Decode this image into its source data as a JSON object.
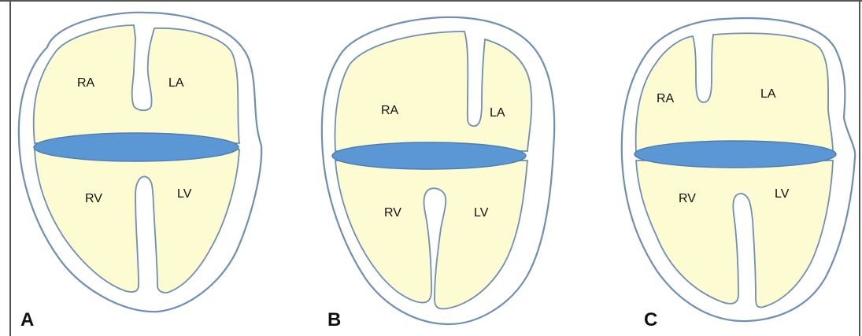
{
  "panels": [
    {
      "letter": "A",
      "labels": {
        "ra": "RA",
        "la": "LA",
        "rv": "RV",
        "lv": "LV"
      }
    },
    {
      "letter": "B",
      "labels": {
        "ra": "RA",
        "la": "LA",
        "rv": "RV",
        "lv": "LV"
      }
    },
    {
      "letter": "C",
      "labels": {
        "ra": "RA",
        "la": "LA",
        "rv": "RV",
        "lv": "LV"
      }
    }
  ],
  "colors": {
    "outline": "#6f8fb7",
    "chamber_fill": "#fdfbd1",
    "valve_plane": "#5b97d4"
  }
}
